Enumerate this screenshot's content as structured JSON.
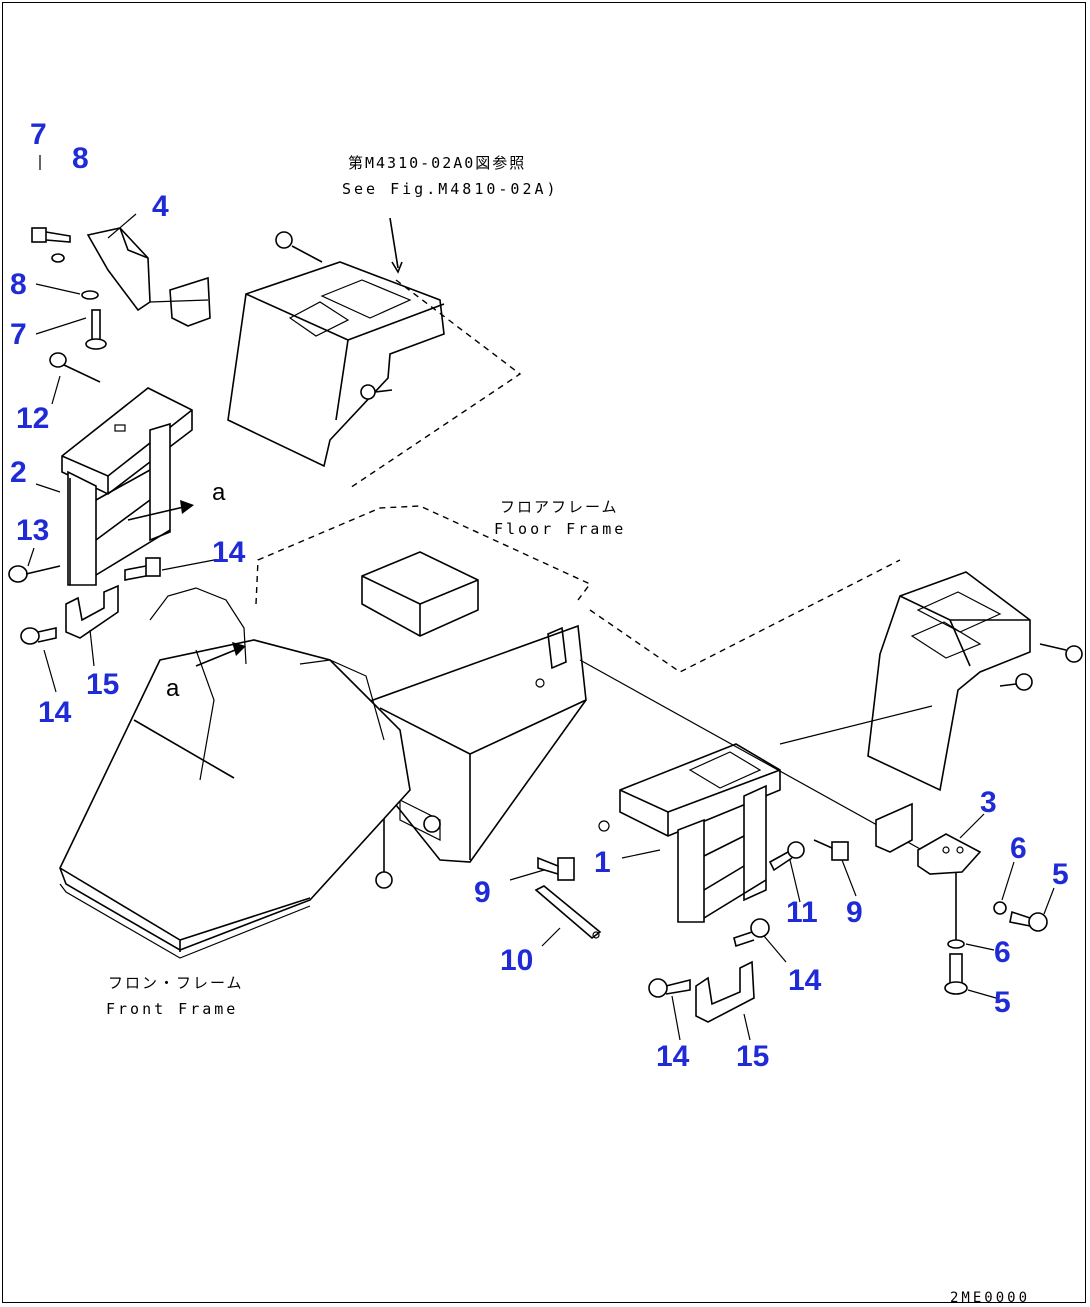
{
  "ref_note": {
    "jp": "第M4310-02A0図参照",
    "en": "See Fig.M4810-02A)"
  },
  "floor_frame": {
    "jp": "フロアフレーム",
    "en": "Floor Frame"
  },
  "front_frame": {
    "jp": "フロン・フレーム",
    "en": "Front Frame"
  },
  "view_marker": "a",
  "drawing_code": "2ME0000",
  "callouts": {
    "c1": "1",
    "c2": "2",
    "c3": "3",
    "c4": "4",
    "c5a": "5",
    "c5b": "5",
    "c6a": "6",
    "c6b": "6",
    "c7a": "7",
    "c7b": "7",
    "c8a": "8",
    "c8b": "8",
    "c9a": "9",
    "c9b": "9",
    "c10": "10",
    "c11": "11",
    "c12": "12",
    "c13": "13",
    "c14a": "14",
    "c14b": "14",
    "c14c": "14",
    "c14d": "14",
    "c15a": "15",
    "c15b": "15"
  },
  "colors": {
    "callout": "#1f2bd6",
    "line": "#000000",
    "background": "#ffffff"
  }
}
